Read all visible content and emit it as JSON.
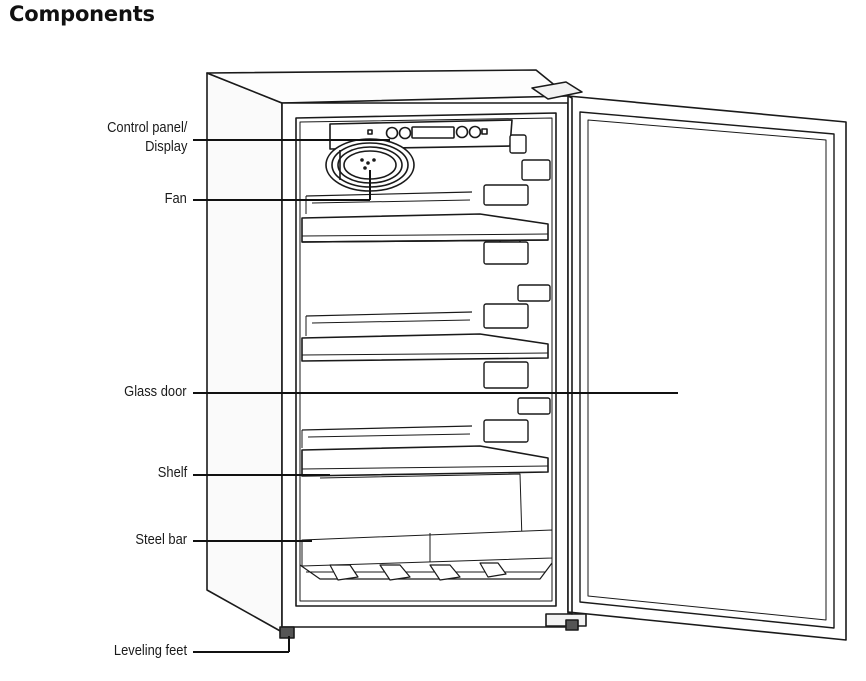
{
  "title": "Components",
  "labels": {
    "control_panel_line1": "Control panel/",
    "control_panel_line2": "Display",
    "fan": "Fan",
    "glass_door": "Glass door",
    "shelf": "Shelf",
    "steel_bar": "Steel bar",
    "leveling_feet": "Leveling feet"
  }
}
